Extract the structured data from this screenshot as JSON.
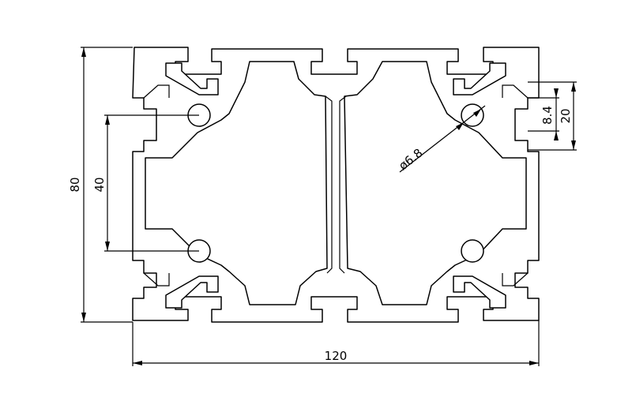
{
  "dimensions": {
    "width": "120",
    "height": "80",
    "hole_spacing": "40",
    "hole_diameter": "ø6.8",
    "slot_opening": "8.4",
    "slot_depth": "20"
  },
  "colors": {
    "line": "#000000",
    "background": "#ffffff"
  }
}
